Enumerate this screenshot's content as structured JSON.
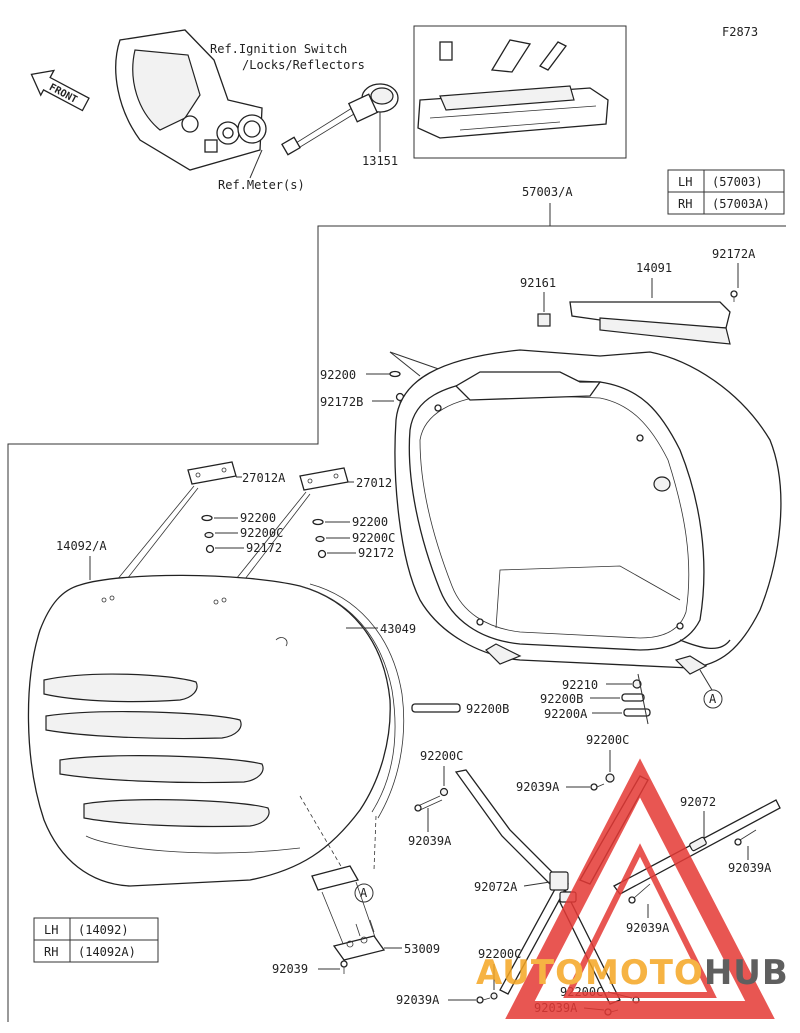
{
  "figure_code": "F2873",
  "front_label": "FRONT",
  "ref_notes": {
    "ignition": "Ref.Ignition Switch",
    "locks": "/Locks/Reflectors",
    "meter": "Ref.Meter(s)"
  },
  "side_tables": {
    "top": [
      {
        "side": "LH",
        "part": "(57003)"
      },
      {
        "side": "RH",
        "part": "(57003A)"
      }
    ],
    "bottom": [
      {
        "side": "LH",
        "part": "(14092)"
      },
      {
        "side": "RH",
        "part": "(14092A)"
      }
    ]
  },
  "parts": {
    "p13151": "13151",
    "p57003": "57003/A",
    "p92161": "92161",
    "p14091": "14091",
    "p92172A": "92172A",
    "p92200_top": "92200",
    "p92172B": "92172B",
    "p27012A": "27012A",
    "p27012": "27012",
    "p92200_a": "92200",
    "p92200C_a": "92200C",
    "p92172_a": "92172",
    "p92200_b": "92200",
    "p92200C_b": "92200C",
    "p92172_b": "92172",
    "p14092": "14092/A",
    "p43049": "43049",
    "p92210": "92210",
    "p92200B_r": "92200B",
    "p92200A": "92200A",
    "p92200B_l": "92200B",
    "p92200C_mid": "92200C",
    "p92200C_top": "92200C",
    "p92039A_1": "92039A",
    "p92072": "92072",
    "p92039A_2": "92039A",
    "p92039A_3": "92039A",
    "p92072A": "92072A",
    "p92039A_4": "92039A",
    "p53009": "53009",
    "p92039": "92039",
    "p92200C_low": "92200C",
    "p92039A_5": "92039A",
    "p92200C_low2": "92200C",
    "p92039A_6": "92039A"
  },
  "ref_marks": {
    "a1": "A",
    "a2": "A"
  },
  "watermark": {
    "part1": "AUTO",
    "part2": "MOTO",
    "part3": "HUB",
    "color_primary": "#e53935",
    "color_secondary": "#f5a623",
    "color_dark": "#444444"
  }
}
